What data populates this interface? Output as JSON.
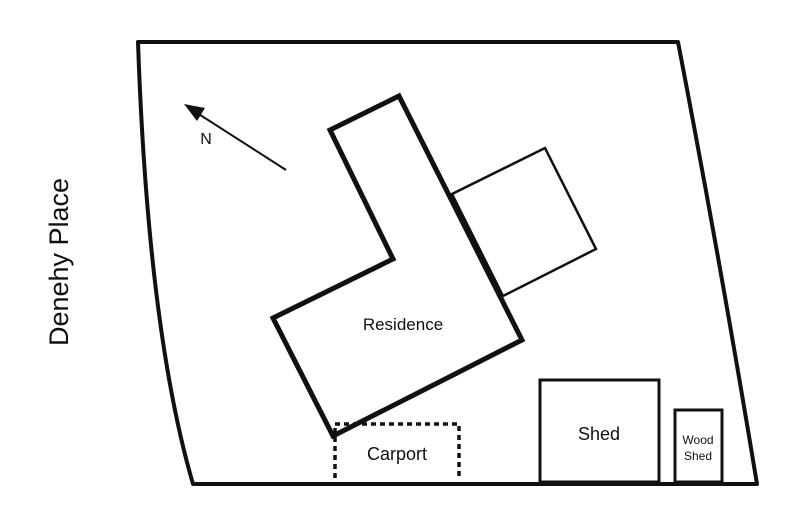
{
  "street": {
    "label": "Denehy Place"
  },
  "north_arrow": {
    "label": "N"
  },
  "buildings": {
    "residence": {
      "label": "Residence"
    },
    "carport": {
      "label": "Carport"
    },
    "shed": {
      "label": "Shed"
    },
    "wood_shed": {
      "label_line1": "Wood",
      "label_line2": "Shed"
    }
  },
  "colors": {
    "line": "#111111",
    "background": "#ffffff"
  }
}
